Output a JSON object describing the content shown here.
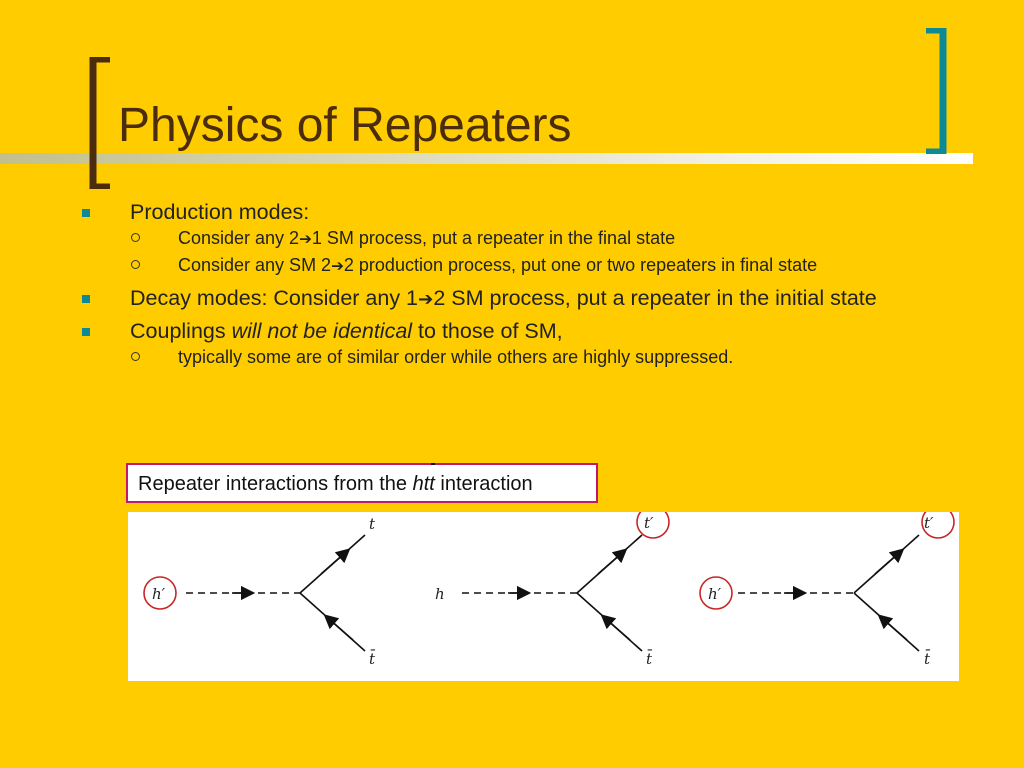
{
  "slide": {
    "title": "Physics of Repeaters",
    "bullets": {
      "production": {
        "label": "Production modes:",
        "sub1": {
          "pre": "Consider any 2",
          "arrow": "➔",
          "post": "1 SM process, put a repeater in the final state"
        },
        "sub2": {
          "pre": "Consider any SM 2",
          "arrow": "➔",
          "post": "2 production process, put one or two repeaters in final state"
        }
      },
      "decay": {
        "pre": "Decay modes: Consider any 1",
        "arrow": "➔",
        "post": "2 SM process, put a repeater in the initial state"
      },
      "couplings": {
        "pre": "Couplings ",
        "emph": "will not be identical",
        "post": " to those of SM,",
        "sub1": "typically some are of similar order while others are highly suppressed."
      }
    },
    "caption": {
      "pre": "Repeater interactions from the ",
      "ital_h": "h",
      "ital_t": "t",
      "ital_tbar": "t",
      "post": " interaction"
    },
    "diagrams": [
      {
        "incoming": "h′",
        "top": "t",
        "bottom": "t̄"
      },
      {
        "incoming": "h",
        "top": "t′",
        "bottom": "t̄"
      },
      {
        "incoming": "h′",
        "top": "t′",
        "bottom": "t̄"
      }
    ],
    "colors": {
      "background": "#FFCC00",
      "title": "#4B2D0E",
      "bullet_marker": "#0E8A94",
      "left_bracket": "#4B2D0E",
      "right_bracket": "#0E8A94",
      "caption_border": "#C2186B",
      "highlight_circle": "#C62828"
    }
  }
}
